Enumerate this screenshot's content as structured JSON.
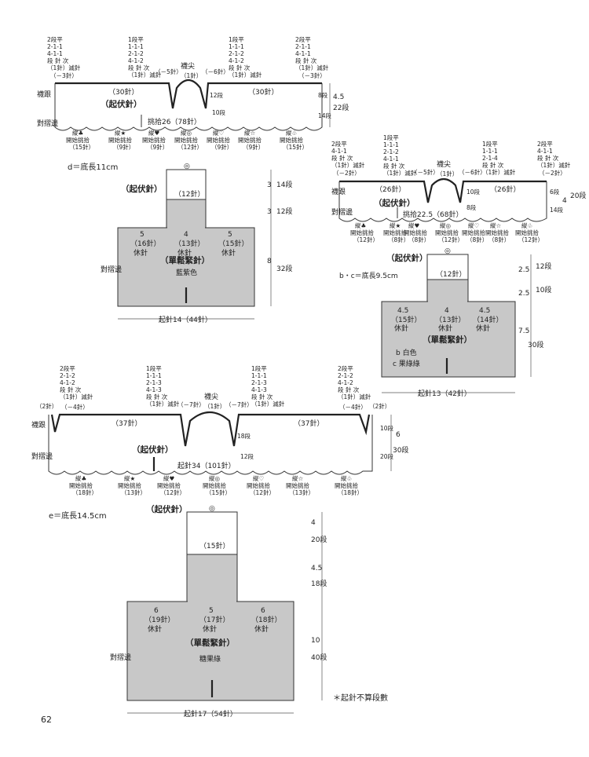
{
  "page_number": "62",
  "footnote": "＊起針不算段數",
  "d": {
    "title": "d＝底長11cm",
    "collar": {
      "rules_left": [
        "2段平",
        "2-1-1",
        "4-1-1",
        "段 針 次"
      ],
      "rules_midleft": [
        "1段平",
        "1-1-1",
        "2-1-2",
        "4-1-2",
        "段 針 次"
      ],
      "rules_midright": [
        "1段平",
        "1-1-1",
        "2-1-2",
        "4-1-2",
        "段 針 次"
      ],
      "rules_right": [
        "2段平",
        "2-1-1",
        "4-1-1",
        "段 針 次"
      ],
      "dec_left": "（1針）減針",
      "dec_midleft": "（1針）減針",
      "dec_midright": "（1針）減針",
      "dec_right": "（1針）減針",
      "minus_left": "（－3針）",
      "minus_right": "（－3針）",
      "minus_5": "（－5針）",
      "minus_6": "（－6針）",
      "tip": "襪尖",
      "tip_count": "（1針）",
      "count_left": "（30針）",
      "count_right": "（30針）",
      "start_label": "（起伏針）",
      "side_top": "襪跟",
      "side_bottom": "對摺邊",
      "pickup": "挑拾26（78針）",
      "rows_12": "12段",
      "rows_10": "10段",
      "rows_8": "8段",
      "rows_14": "14段",
      "height": "4.5",
      "height_rows": "22段",
      "markers": [
        {
          "sym": "縱♣",
          "t": "開始挑拾",
          "c": "（15針）"
        },
        {
          "sym": "縱★",
          "t": "開始挑拾",
          "c": "（9針）"
        },
        {
          "sym": "縱♥",
          "t": "開始挑拾",
          "c": "（9針）"
        },
        {
          "sym": "縱◎",
          "t": "開始挑拾",
          "c": "（12針）"
        },
        {
          "sym": "縱♡",
          "t": "開始挑拾",
          "c": "（9針）"
        },
        {
          "sym": "縱☆",
          "t": "開始挑拾",
          "c": "（9針）"
        },
        {
          "sym": "縱♧",
          "t": "開始挑拾",
          "c": "（15針）"
        }
      ]
    },
    "body": {
      "top_label": "（起伏針）",
      "top_count": "（12針）",
      "left_cm": "5",
      "left_count": "（16針）",
      "left_rest": "休針",
      "mid_cm": "4",
      "mid_count": "（13針）",
      "mid_rest": "休針",
      "right_cm": "5",
      "right_count": "（15針）",
      "right_rest": "休針",
      "stitch": "（單鬆緊針）",
      "color": "藍紫色",
      "side": "對摺邊",
      "cast_on": "起針14（44針）",
      "dim1": "3",
      "dim1_rows": "14段",
      "dim2": "3",
      "dim2_rows": "12段",
      "dim3": "8",
      "dim3_rows": "32段"
    }
  },
  "bc": {
    "title": "b・c＝底長9.5cm",
    "collar": {
      "rules_left": [
        "2段平",
        "4-1-1",
        "段 針 次"
      ],
      "rules_midleft": [
        "1段平",
        "1-1-1",
        "2-1-2",
        "4-1-1",
        "段 針 次"
      ],
      "rules_midright": [
        "1段平",
        "1-1-1",
        "2-1-4",
        "段 針 次"
      ],
      "rules_right": [
        "2段平",
        "4-1-1",
        "段 針 次"
      ],
      "dec_left": "（1針）減針",
      "dec_midleft": "（1針）減針",
      "dec_midright": "（1針）減針",
      "dec_right": "（1針）減針",
      "minus_left": "（－2針）",
      "minus_right": "（－2針）",
      "minus_5": "（－5針）",
      "minus_6": "（－6針）",
      "tip": "襪尖",
      "tip_count": "（1針）",
      "count_left": "（26針）",
      "count_right": "（26針）",
      "start_label": "（起伏針）",
      "side_top": "襪跟",
      "side_bottom": "對摺邊",
      "pickup": "挑拾22.5（68針）",
      "rows_10": "10段",
      "rows_6": "6段",
      "rows_8": "8段",
      "rows_14": "14段",
      "height": "4",
      "height_rows": "20段",
      "markers": [
        {
          "sym": "縱♣",
          "t": "開始挑拾",
          "c": "（12針）"
        },
        {
          "sym": "縱★",
          "t": "開始挑拾",
          "c": "（8針）"
        },
        {
          "sym": "縱♥",
          "t": "開始挑拾",
          "c": "（8針）"
        },
        {
          "sym": "縱◎",
          "t": "開始挑拾",
          "c": "（12針）"
        },
        {
          "sym": "縱♡",
          "t": "開始挑拾",
          "c": "（8針）"
        },
        {
          "sym": "縱☆",
          "t": "開始挑拾",
          "c": "（8針）"
        },
        {
          "sym": "縱♧",
          "t": "開始挑拾",
          "c": "（12針）"
        }
      ]
    },
    "body": {
      "top_label": "（起伏針）",
      "top_count": "（12針）",
      "left_cm": "4.5",
      "left_count": "（15針）",
      "left_rest": "休針",
      "mid_cm": "4",
      "mid_count": "（13針）",
      "mid_rest": "休針",
      "right_cm": "4.5",
      "right_count": "（14針）",
      "right_rest": "休針",
      "stitch": "（單鬆緊針）",
      "color_b": "b 白色",
      "color_c": "c 果綠綠",
      "cast_on": "起針13（42針）",
      "dim1": "2.5",
      "dim1_rows": "12段",
      "dim2": "2.5",
      "dim2_rows": "10段",
      "dim3": "7.5",
      "dim3_rows": "30段"
    }
  },
  "e": {
    "title": "e＝底長14.5cm",
    "collar": {
      "rules_left": [
        "2段平",
        "2-1-2",
        "4-1-2",
        "段 針 次"
      ],
      "rules_midleft": [
        "1段平",
        "1-1-1",
        "2-1-3",
        "4-1-3",
        "段 針 次"
      ],
      "rules_midright": [
        "1段平",
        "1-1-1",
        "2-1-3",
        "4-1-3",
        "段 針 次"
      ],
      "rules_right": [
        "2段平",
        "2-1-2",
        "4-1-2",
        "段 針 次"
      ],
      "dec_left": "（1針）減針",
      "dec_midleft": "（1針）減針",
      "dec_midright": "（1針）減針",
      "dec_right": "（1針）減針",
      "minus_left": "（－4針）",
      "minus_right": "（－4針）",
      "minus_7a": "（－7針）",
      "minus_7b": "（－7針）",
      "edge_left": "（2針）",
      "edge_right": "（2針）",
      "tip": "襪尖",
      "tip_count": "（1針）",
      "count_left": "（37針）",
      "count_right": "（37針）",
      "start_label": "（起伏針）",
      "side_top": "襪跟",
      "side_bottom": "對摺邊",
      "pickup": "起針34（101針）",
      "rows_18": "18段",
      "rows_12": "12段",
      "rows_10": "10段",
      "rows_20": "20段",
      "height": "6",
      "height_rows": "30段",
      "markers": [
        {
          "sym": "縱♣",
          "t": "開始挑拾",
          "c": "（18針）"
        },
        {
          "sym": "縱★",
          "t": "開始挑拾",
          "c": "（13針）"
        },
        {
          "sym": "縱♥",
          "t": "開始挑拾",
          "c": "（12針）"
        },
        {
          "sym": "縱◎",
          "t": "開始挑拾",
          "c": "（15針）"
        },
        {
          "sym": "縱♡",
          "t": "開始挑拾",
          "c": "（12針）"
        },
        {
          "sym": "縱☆",
          "t": "開始挑拾",
          "c": "（13針）"
        },
        {
          "sym": "縱♧",
          "t": "開始挑拾",
          "c": "（18針）"
        }
      ]
    },
    "body": {
      "top_label": "（起伏針）",
      "top_count": "（15針）",
      "left_cm": "6",
      "left_count": "（19針）",
      "left_rest": "休針",
      "mid_cm": "5",
      "mid_count": "（17針）",
      "mid_rest": "休針",
      "right_cm": "6",
      "right_count": "（18針）",
      "right_rest": "休針",
      "stitch": "（單鬆緊針）",
      "color": "糖果綠",
      "side": "對摺邊",
      "cast_on": "起針17（54針）",
      "dim1": "4",
      "dim1_rows": "20段",
      "dim2": "4.5",
      "dim2_rows": "18段",
      "dim3": "10",
      "dim3_rows": "40段"
    }
  }
}
